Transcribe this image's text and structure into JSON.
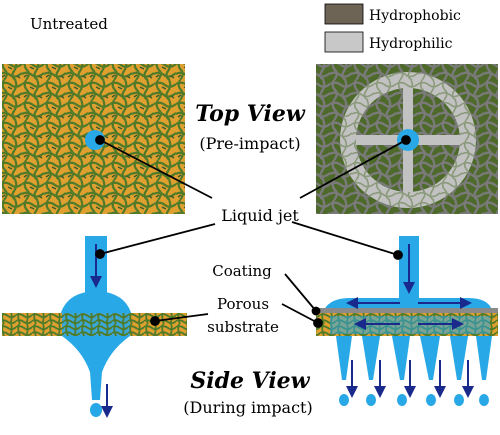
{
  "labels": {
    "untreated": "Untreated",
    "top_view": "Top View",
    "pre_impact": "(Pre-impact)",
    "liquid_jet": "Liquid jet",
    "coating": "Coating",
    "porous": "Porous",
    "substrate": "substrate",
    "side_view": "Side View",
    "during_impact": "(During impact)"
  },
  "legend": [
    {
      "label": "Hydrophobic",
      "color": "#6e6456"
    },
    {
      "label": "Hydrophilic",
      "color": "#c8c8c8"
    }
  ],
  "colors": {
    "substrate_fill": "#e0a030",
    "mesh_green": "#4f7a2a",
    "mesh_dark": "#3c5a28",
    "coating_gray": "#b4b4b4",
    "water": "#29a8e8",
    "arrow_navy": "#1a2a8c",
    "leader_black": "#000000"
  }
}
